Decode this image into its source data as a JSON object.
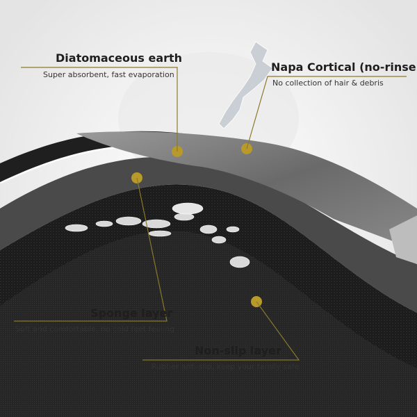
{
  "annotations": [
    {
      "id": "diatomaceous",
      "title": "Diatomaceous earth",
      "subtitle": "Super absorbent, fast evaporation"
    },
    {
      "id": "napa",
      "title": "Napa Cortical (no-rinse)",
      "subtitle": "No collection of hair & debris"
    },
    {
      "id": "sponge",
      "title": "Sponge layer",
      "subtitle": "Soft and comfortable, no cold feet feeling"
    },
    {
      "id": "nonslip",
      "title": "Non-slip layer",
      "subtitle": "Rubber anti-slip, keep your family safe"
    }
  ],
  "colors": {
    "accent": "#b89a2a",
    "line": "#8a7a2a"
  }
}
